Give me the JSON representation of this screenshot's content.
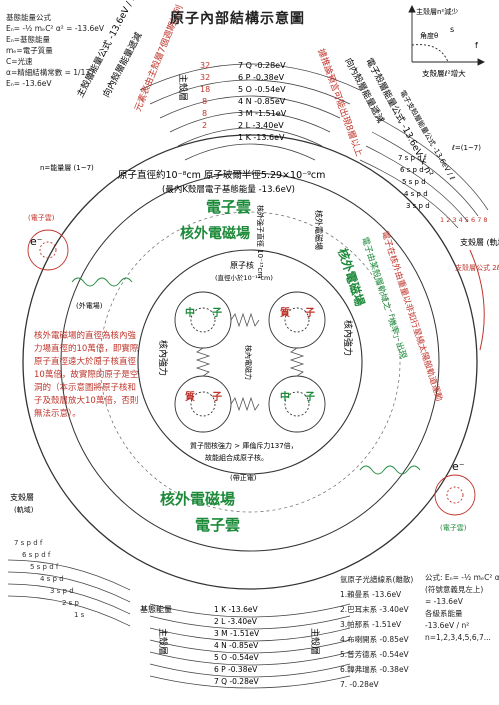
{
  "title": "原子內部結構示意圖",
  "definitions": [
    "基態能量公式",
    "Eₙ= -½ mₑC² α² = -13.6eV",
    "Eₙ=基態能量",
    "mₑ=電子質量",
    "C=光速",
    "α=精細結構常數 = 1/137",
    "Eₙ= -13.6eV"
  ],
  "top_right": {
    "title": "主殼層n²減少",
    "angle": "角度θ",
    "s": "s",
    "f": "f",
    "sublabel": "支殼層ℓ²增大"
  },
  "upper_vertical_labels": {
    "main_energy_formula": "主殼層能量公式 -13.6eV / n²",
    "quantum_n": "n=能量層 (1~7)",
    "arrow_left": "向內殼層能量遞減",
    "left_red": "元素表由主殼層7個週期排列",
    "main_shell": "主殼層",
    "right_red": "據推論預言可能出現8層以上",
    "arrow_right": "向內殼層能量遞減",
    "right_formula": "電子殼層能量公式 -13.6eV × n²"
  },
  "upper_shell_rows": [
    {
      "num": "32",
      "label": "7 Q -0.28eV"
    },
    {
      "num": "32",
      "label": "6 P -0.38eV"
    },
    {
      "num": "18",
      "label": "5 O -0.54eV"
    },
    {
      "num": "8",
      "label": "4 N -0.85eV"
    },
    {
      "num": "8",
      "label": "3 M -1.51eV"
    },
    {
      "num": "2",
      "label": "2 L -3.40eV"
    },
    {
      "num": "",
      "label": "1 K -13.6eV"
    }
  ],
  "right_subshell": {
    "formula": "電子支殼層能量公式 -13.6eV / ℓ",
    "range": "ℓ=(1~7)",
    "rows": [
      "7 s p d f",
      "6 s p d",
      "5 s p d",
      "4 s p d",
      "3 s p d"
    ],
    "col_labels": "1 2 3 4 5 6 7 8"
  },
  "arc_upper": "原子直徑約10⁻⁸cm 原子玻爾半徑5.29×10⁻⁹cm",
  "arc_upper2": "(最內K殼層電子基態能量 -13.6eV)",
  "electron_cloud_top": "電子雲",
  "magnetic_top": "核外電磁場",
  "center_col_top": "核外強子直徑 10⁻¹³cm",
  "center_col_right": "核外電磁場",
  "right_arc_red": "電子在核外由重量以非如行星繞太陽般軌道運動",
  "right_arc_green": "電子由某殼層軌域之「機率」出現",
  "right_arc_black": "核外電磁場",
  "right_labels": {
    "subshell": "支殼層 (軌域)",
    "subshell_formula": "支殼層公式 2ℓ² (ℓ=1~7)",
    "electron": "e⁻",
    "electron_note": "(電子雲)"
  },
  "left_labels": {
    "electron": "e⁻",
    "electron_note": "(電子雲)",
    "magnetic": "(外電場)"
  },
  "nucleus": {
    "title": "原子核",
    "size": "(直徑小於10⁻¹²cm)",
    "left_vertical": "核內強力",
    "right_vertical": "核內強力",
    "center": "核內電磁力",
    "nucleon_labels": [
      "中",
      "子",
      "質",
      "子",
      "質",
      "子",
      "中",
      "子"
    ],
    "bottom1": "質子間核強力 > 庫倫斥力137倍，",
    "bottom2": "故能組合成原子核。",
    "charge": "(帶正電)"
  },
  "left_note": "核外電磁場的直徑為核內強力場直徑的10萬倍，即實際原子直徑遠大於原子核直徑10萬倍，故實際的原子是空洞的（本示意圖將原子核和子及殼層放大10萬倍，否則無法示意）。",
  "lower_magnetic": "核外電磁場",
  "lower_cloud": "電子雲",
  "lower_left": {
    "subshell": "支殼層",
    "orbital": "(軌域)"
  },
  "lower_subshell_rows": [
    "7 s p d f",
    "6 s p d f",
    "5 s p d f",
    "4 s p d",
    "3 s p d",
    "2 s p",
    "1 s"
  ],
  "lower_shell": {
    "label": "基態能量",
    "main": "主殼層",
    "rows": [
      "1 K -13.6eV",
      "2 L -3.40eV",
      "3 M -1.51eV",
      "4 N -0.85eV",
      "5 O -0.54eV",
      "6 P -0.38eV",
      "7 Q -0.28eV"
    ]
  },
  "spectrum": {
    "title": "氫原子光譜線系(離散)",
    "items": [
      "1.賴曼系 -13.6eV",
      "2.巴耳末系 -3.40eV",
      "3.帕那系 -1.51eV",
      "4.布喇開系 -0.85eV",
      "5.普芳德系 -0.54eV",
      "6.韓弗瑞系 -0.38eV",
      "7. -0.28eV"
    ]
  },
  "formula_block": [
    "公式: Eₙ= -½ mₑC² α²",
    "(符號意義見左上)",
    "= -13.6eV",
    "各級系能量",
    "-13.6eV / n²",
    "n=1,2,3,4,5,6,7..."
  ],
  "colors": {
    "red": "#c0342b",
    "green": "#1d8a3a",
    "black": "#222222"
  }
}
